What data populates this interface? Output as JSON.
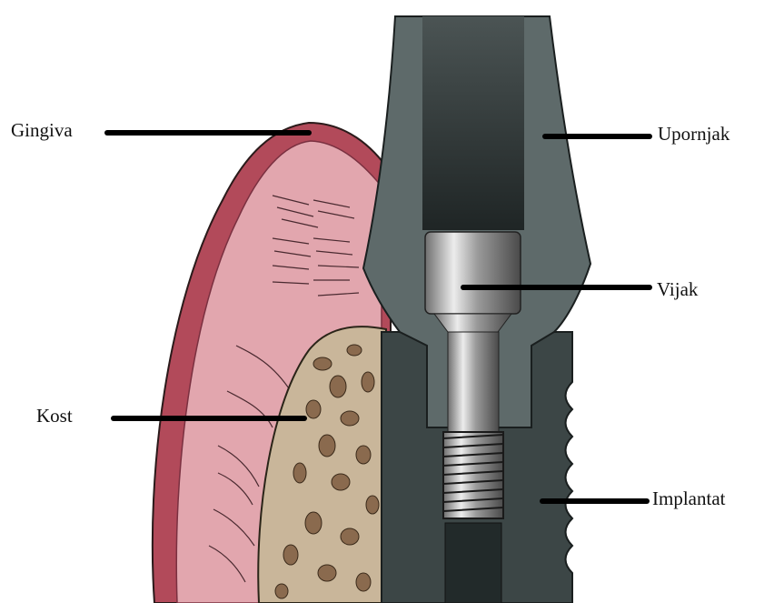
{
  "labels": {
    "gingiva": "Gingiva",
    "kost": "Kost",
    "upornjak": "Upornjak",
    "vijak": "Vijak",
    "implantat": "Implantat"
  },
  "colors": {
    "gum_outer": "#b24a5a",
    "gum_inner": "#e2a6ae",
    "bone": "#c9b69a",
    "bone_pore": "#8a6a4e",
    "abutment": "#5e6a6a",
    "implant": "#3c4646",
    "screw": "#b8b8b8"
  }
}
